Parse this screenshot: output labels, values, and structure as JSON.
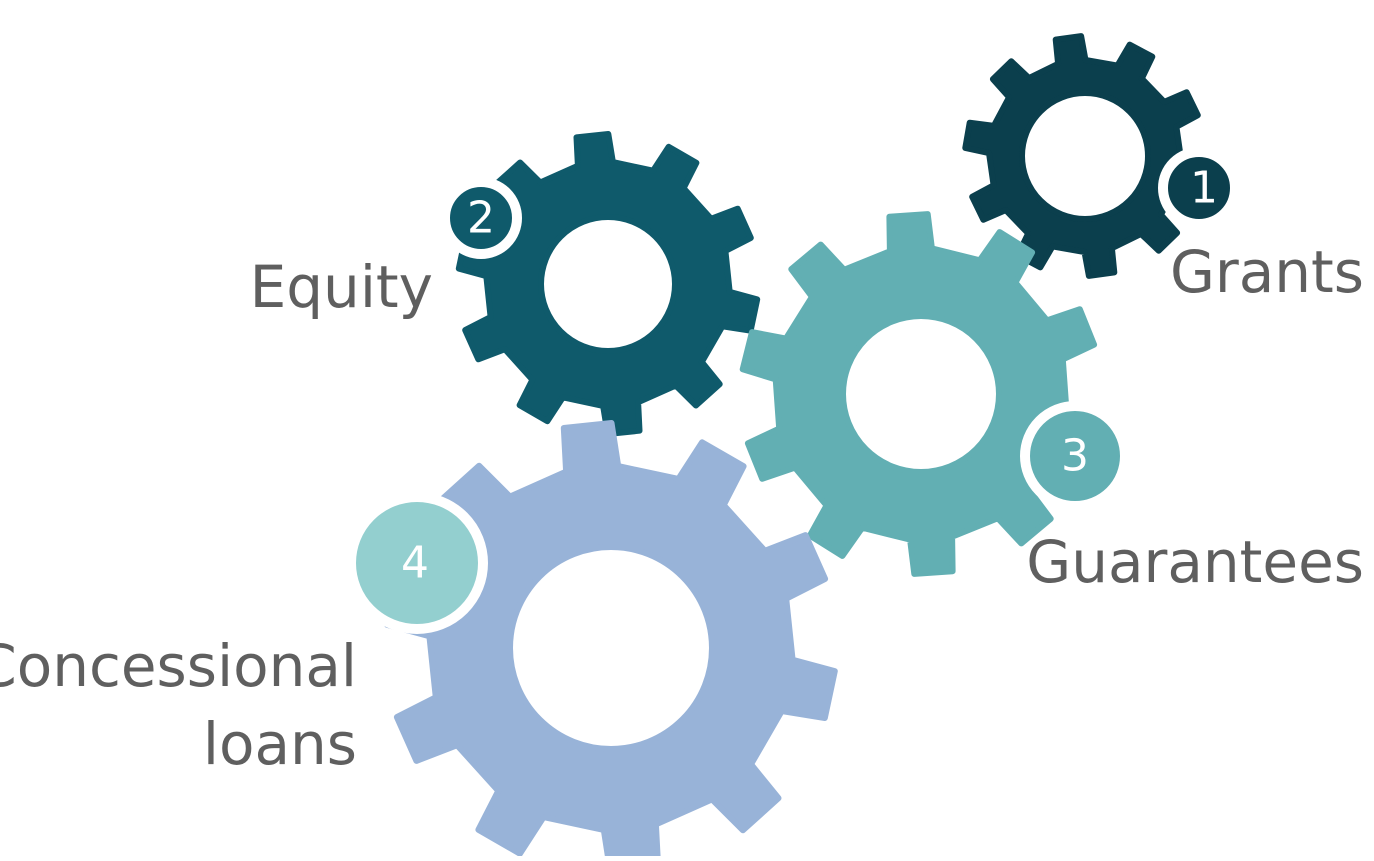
{
  "diagram": {
    "items": [
      {
        "number": "1",
        "label": "Grants",
        "color": "#0b3f4d"
      },
      {
        "number": "2",
        "label": "Equity",
        "color": "#0f5a6b"
      },
      {
        "number": "3",
        "label": "Guarantees",
        "color": "#62afb3"
      },
      {
        "number": "4",
        "label": "Concessional loans",
        "label_lines": [
          "Concessional",
          "loans"
        ],
        "color": "#98b3d8",
        "badge_color": "#93cfcf"
      }
    ]
  }
}
